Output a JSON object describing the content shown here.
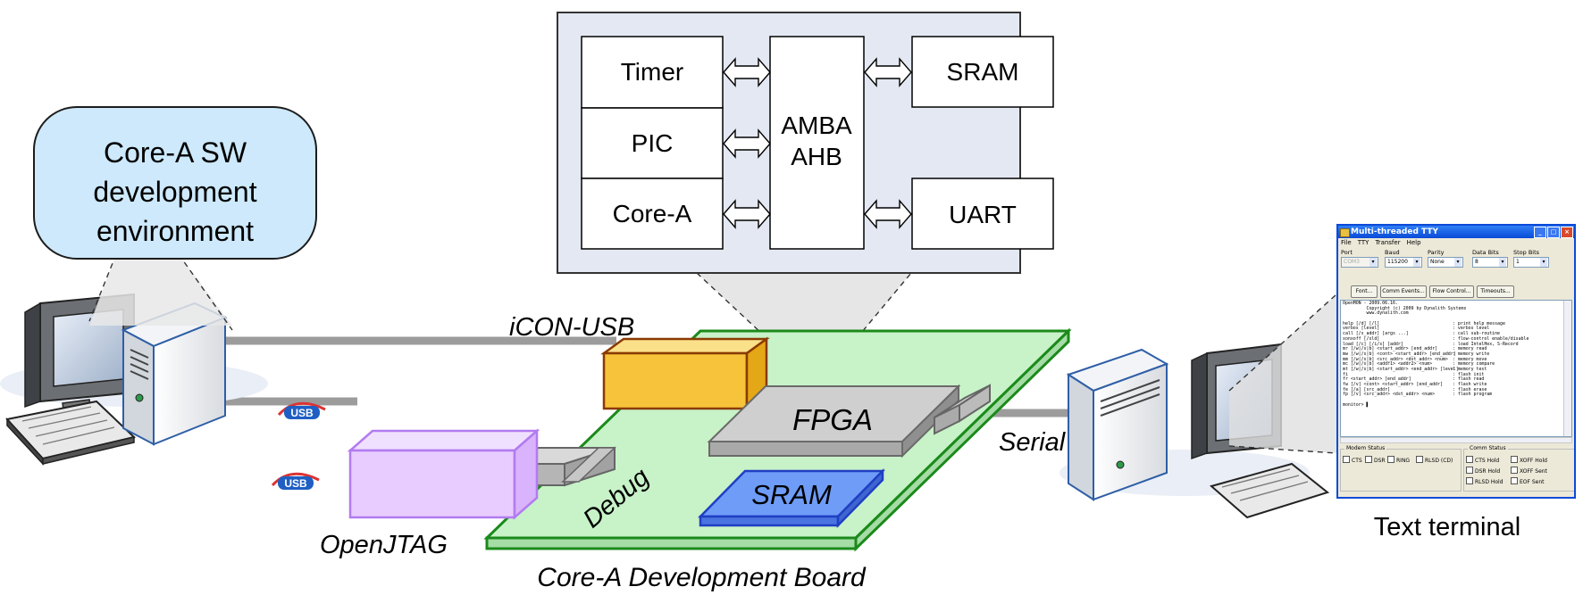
{
  "diagram": {
    "left_bubble": {
      "lines": [
        "Core-A SW",
        "development",
        "environment"
      ]
    },
    "fpga_internals": {
      "timer": "Timer",
      "pic": "PIC",
      "core": "Core-A",
      "bus_lines": [
        "AMBA",
        "AHB"
      ],
      "sram": "SRAM",
      "uart": "UART"
    },
    "icon_usb_label": "iCON-USB",
    "openjtag_label": "OpenJTAG",
    "fpga_label": "FPGA",
    "board_sram_label": "SRAM",
    "debug_label": "Debug",
    "serial_label": "Serial",
    "board_label": "Core-A Development Board",
    "terminal_label": "Text terminal",
    "usb_logo_text": "USB",
    "colors": {
      "bubble_fill": "#cde9fb",
      "board": "#c8f2c8",
      "board_stroke": "#1b8a1b",
      "icon_usb_fill": "#f6c33a",
      "icon_usb_stroke": "#8a3a00",
      "openjtag_fill": "#e8ccff",
      "sram_fill": "#5b8cf5",
      "fpga_fill": "#b9b9b9"
    }
  },
  "terminal": {
    "title": "Multi-threaded TTY",
    "menu": [
      "File",
      "TTY",
      "Transfer",
      "Help"
    ],
    "fields": {
      "port_label": "Port",
      "port_value": "COM3",
      "baud_label": "Baud",
      "baud_value": "115200",
      "parity_label": "Parity",
      "parity_value": "None",
      "databits_label": "Data Bits",
      "databits_value": "8",
      "stopbits_label": "Stop Bits",
      "stopbits_value": "1"
    },
    "buttons": [
      "Font...",
      "Comm Events...",
      "Flow Control...",
      "Timeouts..."
    ],
    "console_lines": [
      [
        "OpenMON - 2009.06.16.",
        ""
      ],
      [
        "         Copyright (c) 2009 by Dynalith Systems",
        ""
      ],
      [
        "         www.dynalith.com",
        ""
      ],
      [
        "",
        ""
      ],
      [
        "help [/d] [/l]",
        ": print help message"
      ],
      [
        "verbos [level]",
        ": verbos level"
      ],
      [
        "call [/s_addr] [args ...]",
        ": call sub-routine"
      ],
      [
        "xonxoff [/xld]",
        ": flow-control enable/disable"
      ],
      [
        "load [/c] [/i/s] [addr]",
        ": load IntelHex, S-Record"
      ],
      [
        "mr [/w|/s|b] <start_addr> [end_addr]",
        ": memory read"
      ],
      [
        "mw [/w|/s|b] <cont> <start_addr> [end_addr]",
        ": memory write"
      ],
      [
        "mm [/w|/s|b] <src_addr> <dst_addr> <num>",
        ": memory move"
      ],
      [
        "mc [/w|/s|b] <addr1> <addr2> <num>",
        ": memory compare"
      ],
      [
        "mt [/w|/s|b] <start_addr> <end_addr> [level]",
        ": memory test"
      ],
      [
        "fi",
        ": flash init"
      ],
      [
        "fr <start_addr> [end_addr]",
        ": flash read"
      ],
      [
        "fw [/v] <cont> <start_addr> [end_addr]",
        ": flash write"
      ],
      [
        "fe [/a] [src_addr]",
        ": flash erase"
      ],
      [
        "fp [/v] <src_addr> <dst_addr> <num>",
        ": flash program"
      ],
      [
        "",
        ""
      ],
      [
        "monitor> ▌",
        ""
      ]
    ],
    "modem_status": {
      "caption": "Modem Status",
      "items": [
        "CTS",
        "DSR",
        "RING",
        "RLSD (CD)"
      ]
    },
    "comm_status": {
      "caption": "Comm Status",
      "items": [
        "CTS Hold",
        "XOFF Hold",
        "DSR Hold",
        "XOFF Sent",
        "RLSD Hold",
        "EOF Sent"
      ]
    }
  }
}
